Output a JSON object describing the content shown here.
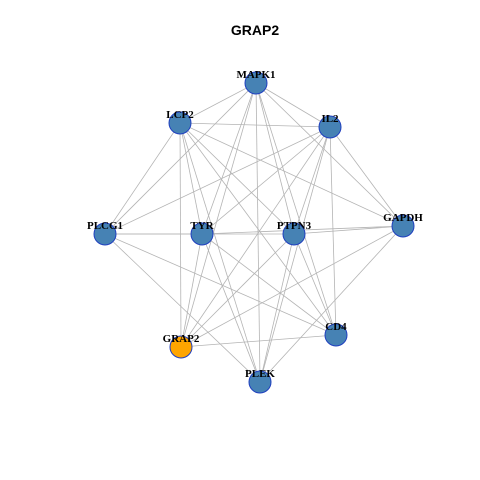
{
  "title": "GRAP2",
  "colors": {
    "default_node": "#4682b4",
    "highlight_node": "#ffa500",
    "node_border": "#1f3fbf",
    "edge": "#b4b4b4"
  },
  "nodes": [
    {
      "id": "MAPK1",
      "label": "MAPK1",
      "highlight": false
    },
    {
      "id": "IL2",
      "label": "IL2",
      "highlight": false
    },
    {
      "id": "GAPDH",
      "label": "GAPDH",
      "highlight": false
    },
    {
      "id": "CD4",
      "label": "CD4",
      "highlight": false
    },
    {
      "id": "PLEK",
      "label": "PLEK",
      "highlight": false
    },
    {
      "id": "GRAP2",
      "label": "GRAP2",
      "highlight": true
    },
    {
      "id": "PLCG1",
      "label": "PLCG1",
      "highlight": false
    },
    {
      "id": "LCP2",
      "label": "LCP2",
      "highlight": false
    },
    {
      "id": "TYR",
      "label": "TYR",
      "highlight": false
    },
    {
      "id": "PTPN3",
      "label": "PTPN3",
      "highlight": false
    }
  ],
  "edges": [
    [
      "MAPK1",
      "IL2"
    ],
    [
      "MAPK1",
      "GAPDH"
    ],
    [
      "MAPK1",
      "CD4"
    ],
    [
      "MAPK1",
      "PLEK"
    ],
    [
      "MAPK1",
      "GRAP2"
    ],
    [
      "MAPK1",
      "PLCG1"
    ],
    [
      "MAPK1",
      "LCP2"
    ],
    [
      "MAPK1",
      "TYR"
    ],
    [
      "MAPK1",
      "PTPN3"
    ],
    [
      "IL2",
      "GAPDH"
    ],
    [
      "IL2",
      "CD4"
    ],
    [
      "IL2",
      "PLEK"
    ],
    [
      "IL2",
      "GRAP2"
    ],
    [
      "IL2",
      "PLCG1"
    ],
    [
      "IL2",
      "LCP2"
    ],
    [
      "IL2",
      "TYR"
    ],
    [
      "IL2",
      "PTPN3"
    ],
    [
      "GAPDH",
      "PLEK"
    ],
    [
      "GAPDH",
      "GRAP2"
    ],
    [
      "GAPDH",
      "LCP2"
    ],
    [
      "GAPDH",
      "TYR"
    ],
    [
      "GAPDH",
      "PTPN3"
    ],
    [
      "CD4",
      "PLCG1"
    ],
    [
      "CD4",
      "LCP2"
    ],
    [
      "CD4",
      "TYR"
    ],
    [
      "CD4",
      "PTPN3"
    ],
    [
      "CD4",
      "GRAP2"
    ],
    [
      "PLEK",
      "PLCG1"
    ],
    [
      "PLEK",
      "LCP2"
    ],
    [
      "PLEK",
      "TYR"
    ],
    [
      "PLEK",
      "PTPN3"
    ],
    [
      "GRAP2",
      "LCP2"
    ],
    [
      "GRAP2",
      "TYR"
    ],
    [
      "GRAP2",
      "PTPN3"
    ],
    [
      "PLCG1",
      "LCP2"
    ],
    [
      "PLCG1",
      "TYR"
    ],
    [
      "PLCG1",
      "PTPN3"
    ],
    [
      "LCP2",
      "TYR"
    ],
    [
      "LCP2",
      "PTPN3"
    ]
  ]
}
